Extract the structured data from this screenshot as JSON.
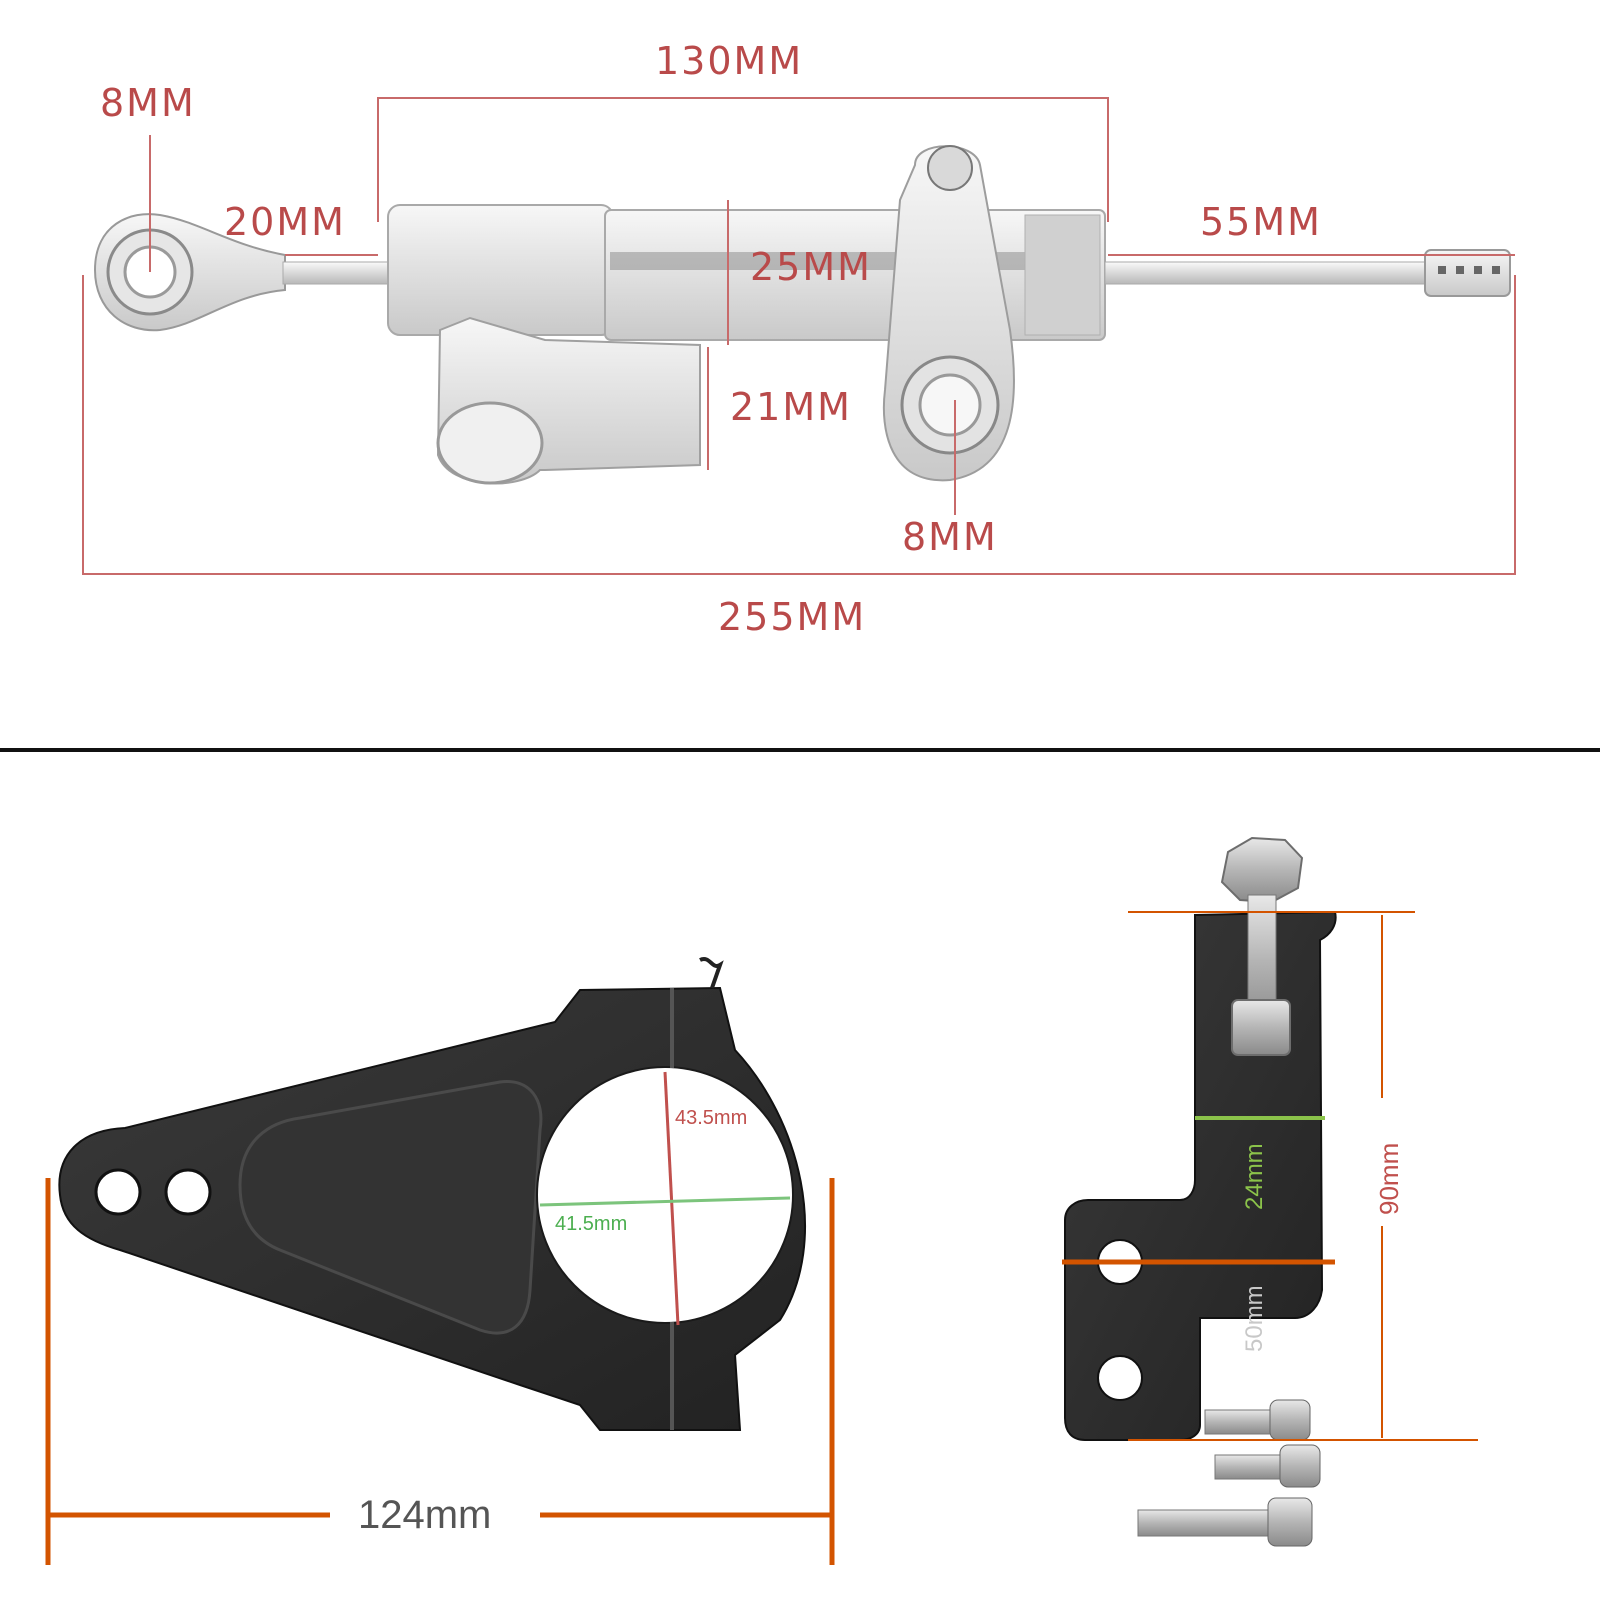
{
  "damper": {
    "eye_hole_left": "8MM",
    "body_length": "130MM",
    "shaft_left": "20MM",
    "body_diameter": "25MM",
    "shaft_right": "55MM",
    "reservoir": "21MM",
    "mount_hole": "8MM",
    "total_length": "255MM"
  },
  "clamp": {
    "inner_diameter_vertical": "43.5mm",
    "inner_diameter_horizontal": "41.5mm",
    "length": "124mm"
  },
  "bracket": {
    "width": "24mm",
    "height": "90mm",
    "hole_offset": "50mm"
  },
  "colors": {
    "dimension_red": "#b94a4a",
    "line_red": "#c0504d",
    "line_orange": "#d35400",
    "line_green": "#8bc34a",
    "anodized_black": "#2e2e2e",
    "silver": "#d9d9d9"
  }
}
